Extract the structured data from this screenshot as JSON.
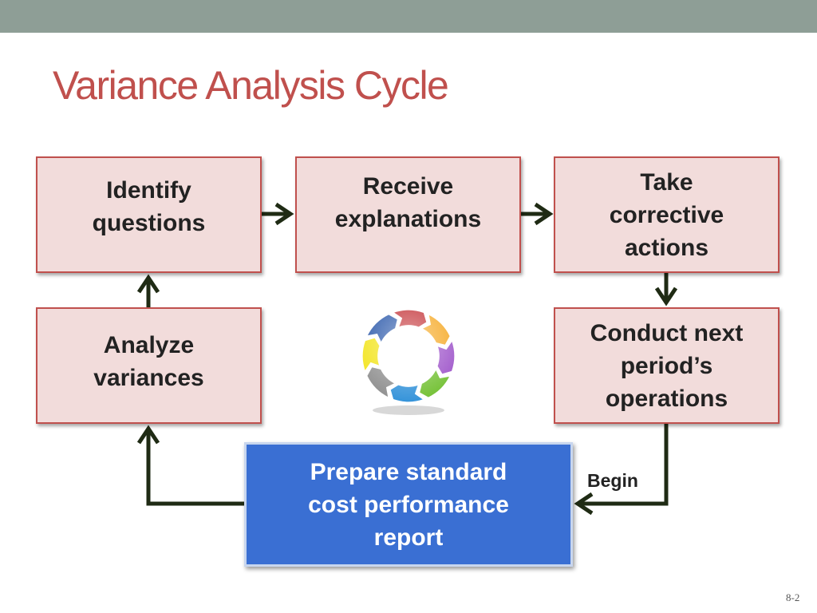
{
  "slide": {
    "title": "Variance Analysis Cycle",
    "page_number": "8-2"
  },
  "boxes": {
    "identify": "Identify\nquestions",
    "receive": "Receive\nexplanations",
    "take": "Take\ncorrective\nactions",
    "analyze": "Analyze\nvariances",
    "conduct": "Conduct next\nperiod’s\noperations",
    "prepare": "Prepare standard\ncost performance\nreport"
  },
  "labels": {
    "begin": "Begin"
  },
  "colors": {
    "title": "#c0504d",
    "box_fill": "#f2dcdb",
    "box_border": "#c0504d",
    "highlight_box": "#3a6fd3",
    "arrow": "#1f2b14",
    "top_band": "#8e9e96"
  }
}
